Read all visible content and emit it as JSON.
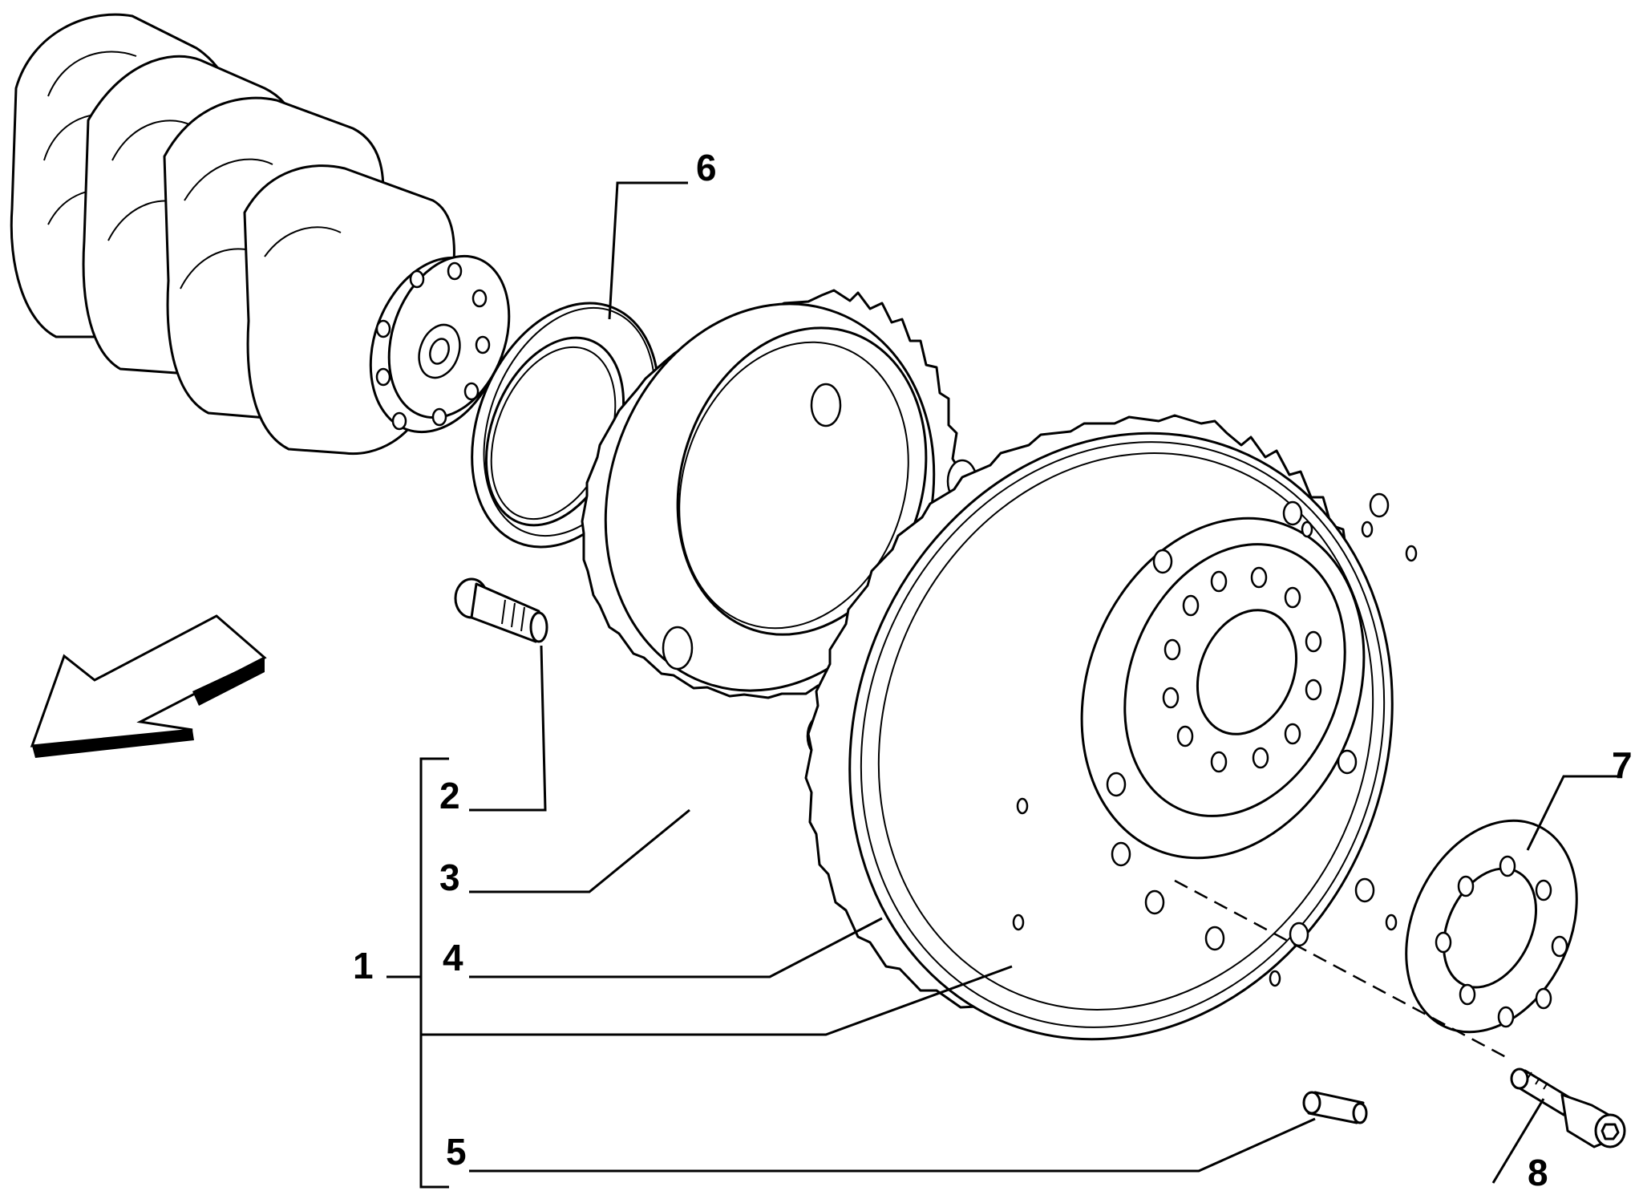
{
  "callouts": {
    "c1": "1",
    "c2": "2",
    "c3": "3",
    "c4": "4",
    "c5": "5",
    "c6": "6",
    "c7": "7",
    "c8": "8"
  },
  "icons": {
    "direction_arrow": "front-direction-arrow-icon"
  }
}
